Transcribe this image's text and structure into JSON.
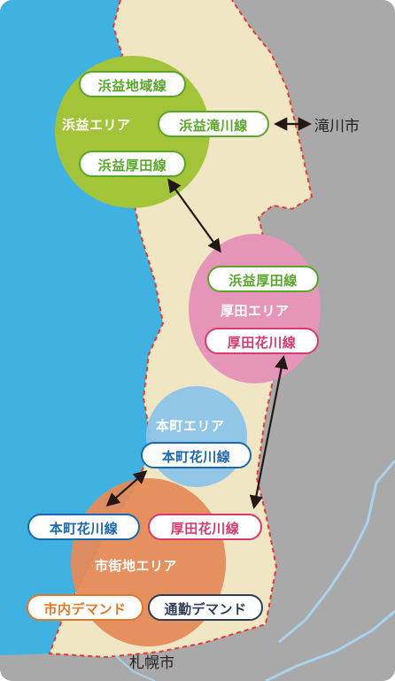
{
  "map": {
    "colors": {
      "land": "#f1e6c3",
      "sea": "#3fb2e2",
      "outside": "#a9a9a9",
      "boundary": "#e8392f",
      "river": "#a9d2ec",
      "arrow": "#231815"
    },
    "areas": {
      "hamamasu": {
        "label": "浜益エリア",
        "color": "#a3c438"
      },
      "atsuta": {
        "label": "厚田エリア",
        "color": "#e596b8"
      },
      "honcho": {
        "label": "本町エリア",
        "color": "#8cc4e8"
      },
      "shigaichi": {
        "label": "市街地エリア",
        "color": "#e58a5a"
      }
    },
    "routes": {
      "hamamasu_chiiki": "浜益地域線",
      "hamamasu_takikawa": "浜益滝川線",
      "hamamasu_atsuta_1": "浜益厚田線",
      "hamamasu_atsuta_2": "浜益厚田線",
      "atsuta_hanakawa_1": "厚田花川線",
      "atsuta_hanakawa_2": "厚田花川線",
      "honcho_hanakawa_1": "本町花川線",
      "honcho_hanakawa_2": "本町花川線",
      "shinai_demand": "市内デマンド",
      "tsukin_demand": "通勤デマンド"
    },
    "cities": {
      "takikawa": "滝川市",
      "sapporo": "札幌市"
    }
  }
}
